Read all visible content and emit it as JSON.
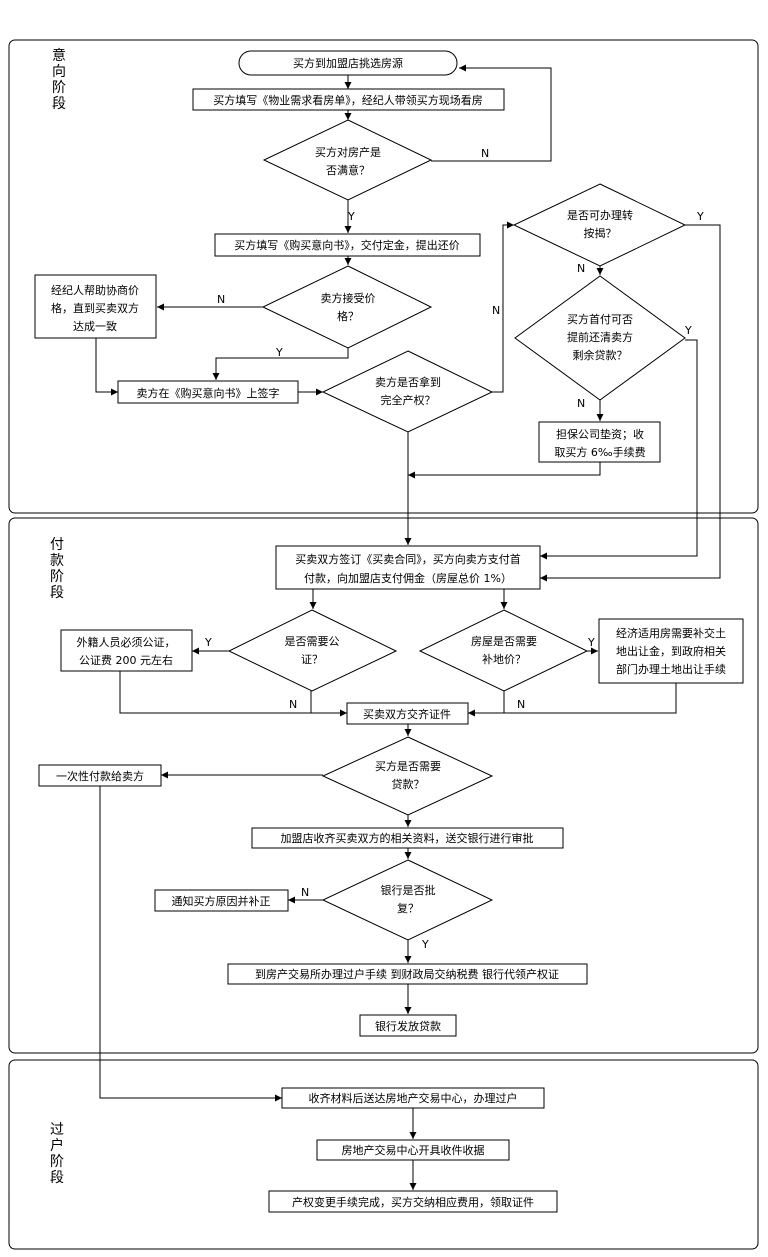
{
  "stages": {
    "intention": [
      "意",
      "向",
      "阶",
      "段"
    ],
    "payment": [
      "付",
      "款",
      "阶",
      "段"
    ],
    "transfer": [
      "过",
      "户",
      "阶",
      "段"
    ]
  },
  "nodes": {
    "start": "买方到加盟店挑选房源",
    "fill_demand": "买方填写《物业需求看房单》，经纪人带领买方现场看房",
    "satisfied": [
      "买方对房产是",
      "否满意？"
    ],
    "fill_intent": "买方填写《购买意向书》，交付定金，提出还价",
    "agent_negotiate": [
      "经纪人帮助协商价",
      "格，直到买卖双方",
      "达成一致"
    ],
    "seller_accept": [
      "卖方接受价",
      "格？"
    ],
    "seller_sign": "卖方在《购买意向书》上签字",
    "full_property": [
      "卖方是否拿到",
      "完全产权？"
    ],
    "can_transfer": [
      "是否可办理转",
      "按揭？"
    ],
    "buyer_repay": [
      "买方首付可否",
      "提前还清卖方",
      "剩余贷款？"
    ],
    "guarantee": [
      "担保公司垫资；收",
      "取买方 6‰手续费"
    ],
    "sign_contract": [
      "买卖双方签订《买卖合同》，买方向卖方支付首",
      "付款，向加盟店支付佣金（房屋总价 1%）"
    ],
    "foreigner": [
      "外籍人员必须公证，",
      "公证费 200 元左右"
    ],
    "need_notary": [
      "是否需要公",
      "证？"
    ],
    "need_land": [
      "房屋是否需要",
      "补地价？"
    ],
    "affordable": [
      "经济适用房需要补交土",
      "地出让金，到政府相关",
      "部门办理土地出让手续"
    ],
    "exchange_docs": "买卖双方交齐证件",
    "one_time": "一次性付款给卖方",
    "need_loan": [
      "买方是否需要",
      "贷款？"
    ],
    "collect_docs": "加盟店收齐买卖双方的相关资料，送交银行进行审批",
    "notify": "通知买方原因并补正",
    "bank_approve": [
      "银行是否批",
      "复？"
    ],
    "go_transfer": "到房产交易所办理过户手续  到财政局交纳税费  银行代领产权证",
    "bank_loan": "银行发放贷款",
    "send_center": "收齐材料后送达房地产交易中心，办理过户",
    "receipt": "房地产交易中心开具收件收据",
    "complete": "产权变更手续完成，买方交纳相应费用，领取证件"
  },
  "edge_labels": {
    "yes": "Y",
    "no": "N"
  }
}
